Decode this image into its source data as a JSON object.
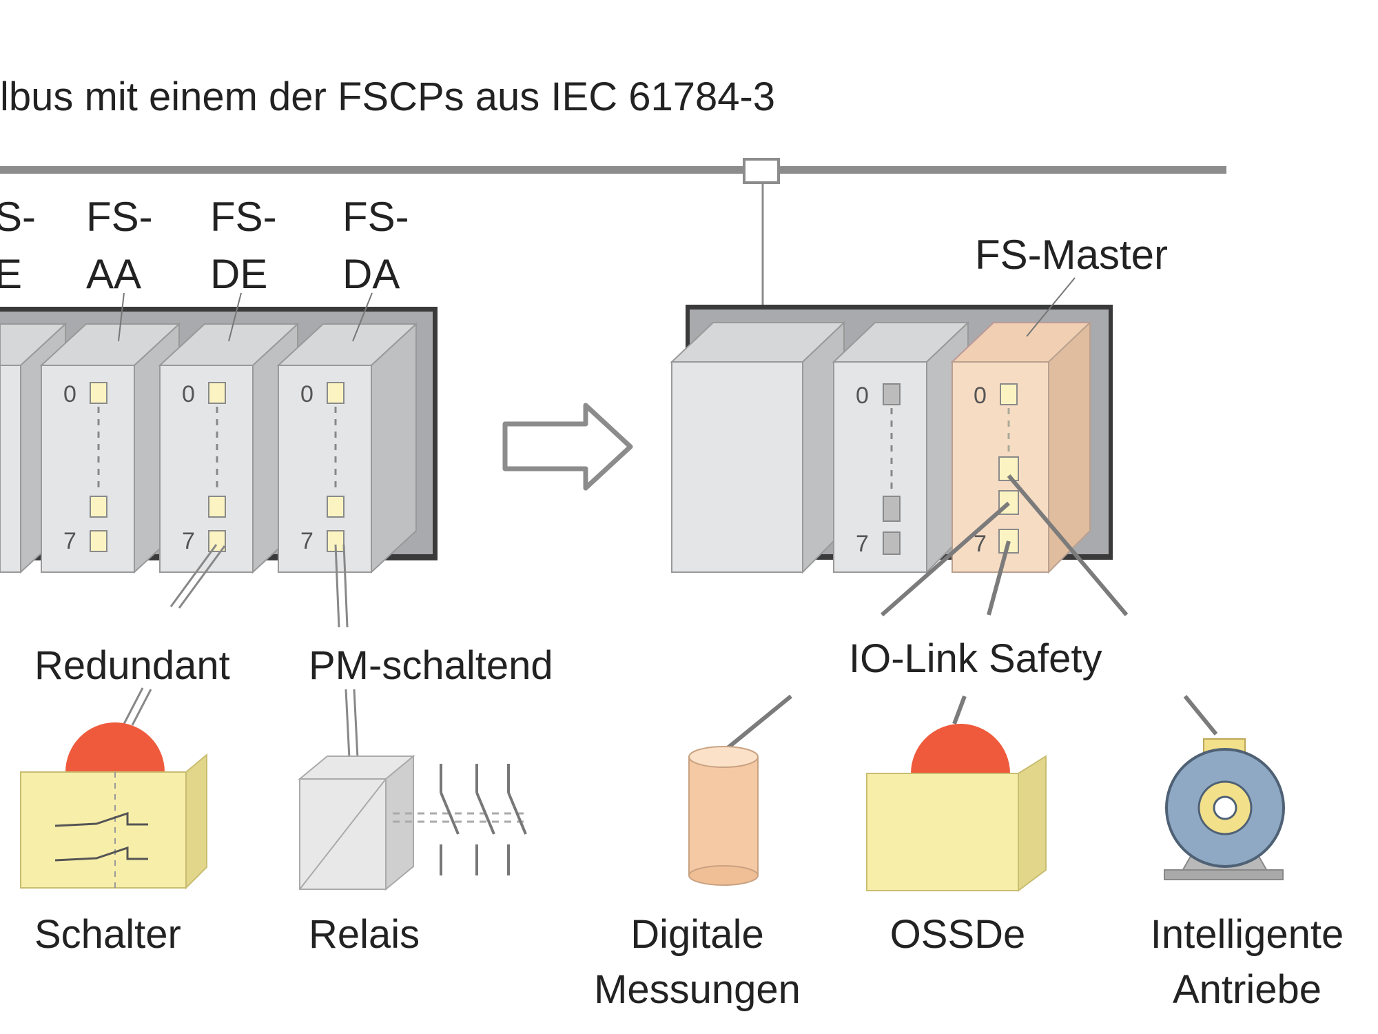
{
  "title": "lbus mit einem der FSCPs  aus IEC 61784-3",
  "modules_left": [
    {
      "line1": "S-",
      "line2": "E"
    },
    {
      "line1": "FS-",
      "line2": "AA"
    },
    {
      "line1": "FS-",
      "line2": "DE"
    },
    {
      "line1": "FS-",
      "line2": "DA"
    }
  ],
  "fs_master": "FS-Master",
  "channel_first": "0",
  "channel_last": "7",
  "labels": {
    "redundant": "Redundant",
    "pm_schaltend": "PM-schaltend",
    "io_link_safety": "IO-Link Safety"
  },
  "devices": {
    "schalter": "Schalter",
    "relais": "Relais",
    "digitale_line1": "Digitale",
    "digitale_line2": "Messungen",
    "ossde": "OSSDe",
    "antriebe_line1": "Intelligente",
    "antriebe_line2": "Antriebe"
  },
  "colors": {
    "module_light": "#e4e5e6",
    "module_side": "#bfc0c2",
    "rack_dark": "#3a3a3a",
    "master_peach": "#f7dcc4",
    "button_red": "#ef5a3c",
    "box_yellow": "#f7eeaa",
    "motor_blue": "#8fa9c4"
  }
}
